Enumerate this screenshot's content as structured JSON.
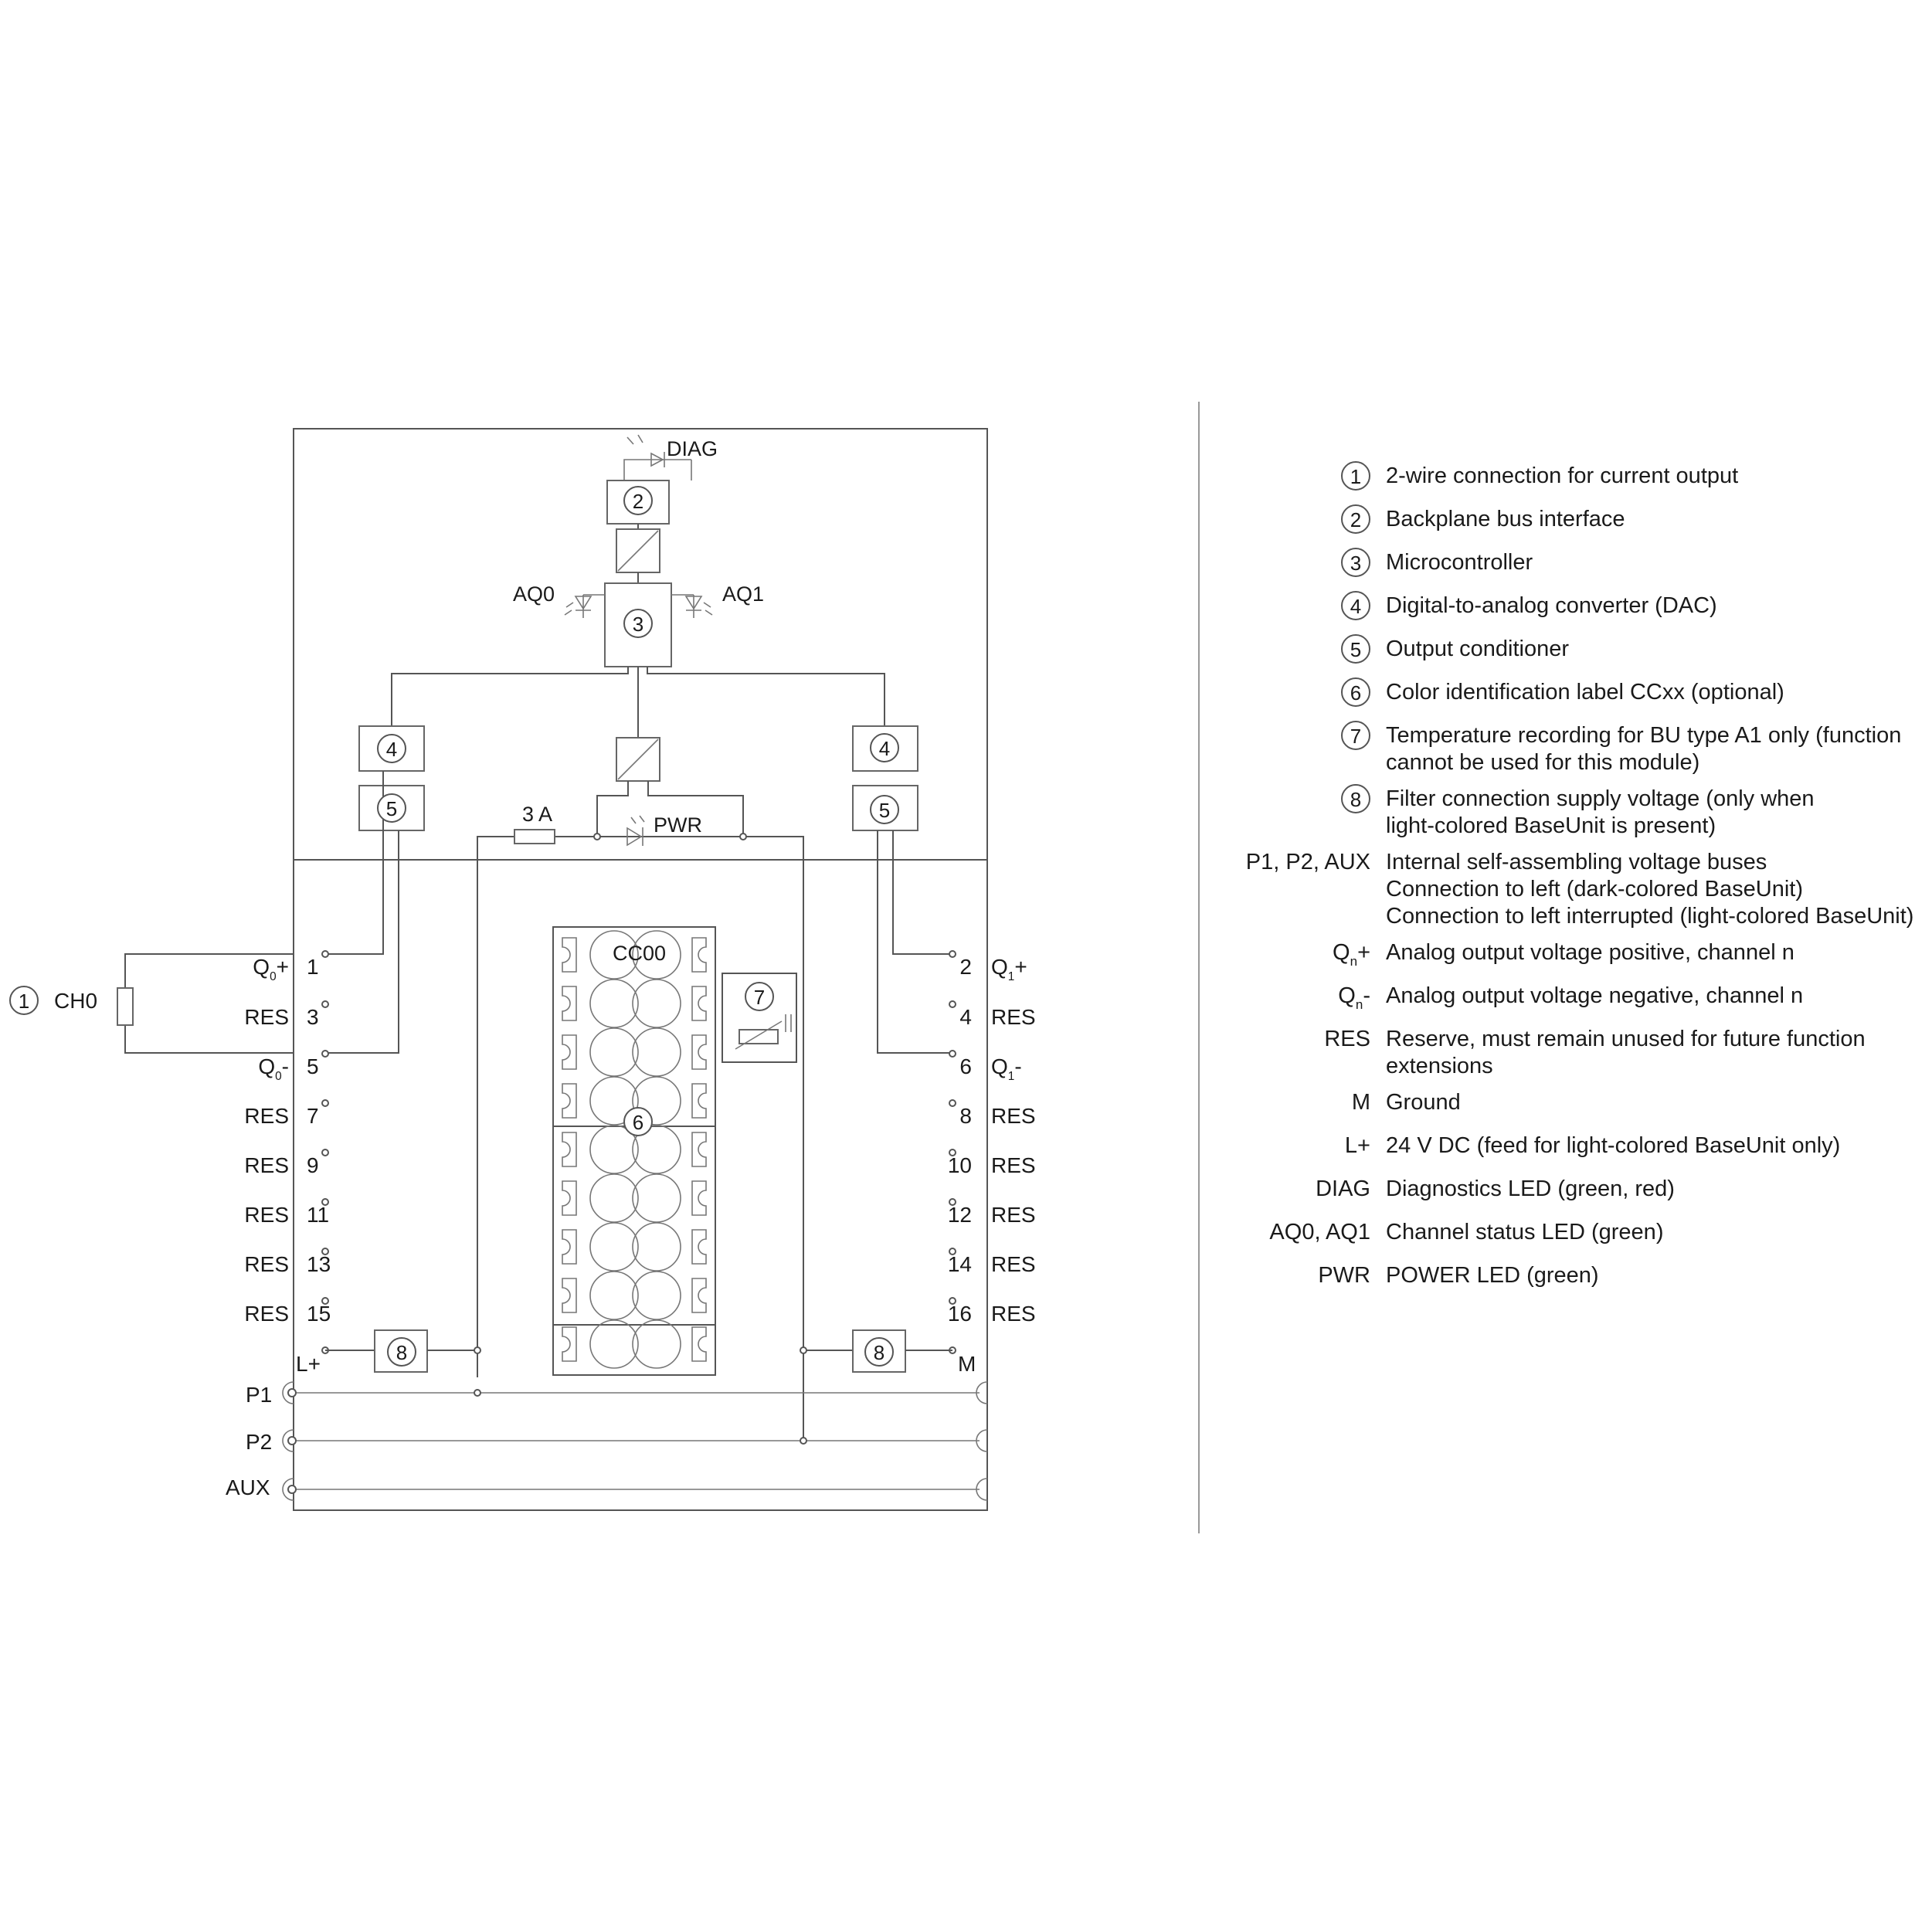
{
  "module": {
    "leds": {
      "diag": "DIAG",
      "aq0": "AQ0",
      "aq1": "AQ1",
      "pwr": "PWR"
    },
    "fuse": "3 A",
    "label_cc": "CC00",
    "channel": {
      "marker": "1",
      "name": "CH0"
    },
    "markers": {
      "m2": "2",
      "m3": "3",
      "m4": "4",
      "m5": "5",
      "m6": "6",
      "m7": "7",
      "m8": "8"
    },
    "left_terminals": [
      {
        "label": "Q",
        "sub": "0",
        "suffix": "+",
        "num": "1"
      },
      {
        "label": "RES",
        "sub": "",
        "suffix": "",
        "num": "3"
      },
      {
        "label": "Q",
        "sub": "0",
        "suffix": "-",
        "num": "5"
      },
      {
        "label": "RES",
        "sub": "",
        "suffix": "",
        "num": "7"
      },
      {
        "label": "RES",
        "sub": "",
        "suffix": "",
        "num": "9"
      },
      {
        "label": "RES",
        "sub": "",
        "suffix": "",
        "num": "11"
      },
      {
        "label": "RES",
        "sub": "",
        "suffix": "",
        "num": "13"
      },
      {
        "label": "RES",
        "sub": "",
        "suffix": "",
        "num": "15"
      }
    ],
    "right_terminals": [
      {
        "num": "2",
        "label": "Q",
        "sub": "1",
        "suffix": "+"
      },
      {
        "num": "4",
        "label": "RES",
        "sub": "",
        "suffix": ""
      },
      {
        "num": "6",
        "label": "Q",
        "sub": "1",
        "suffix": "-"
      },
      {
        "num": "8",
        "label": "RES",
        "sub": "",
        "suffix": ""
      },
      {
        "num": "10",
        "label": "RES",
        "sub": "",
        "suffix": ""
      },
      {
        "num": "12",
        "label": "RES",
        "sub": "",
        "suffix": ""
      },
      {
        "num": "14",
        "label": "RES",
        "sub": "",
        "suffix": ""
      },
      {
        "num": "16",
        "label": "RES",
        "sub": "",
        "suffix": ""
      }
    ],
    "lplus": "L+",
    "mground": "M",
    "buses": [
      "P1",
      "P2",
      "AUX"
    ]
  },
  "legend": [
    {
      "key": "1",
      "circled": true,
      "lines": [
        "2-wire connection for current output"
      ]
    },
    {
      "key": "2",
      "circled": true,
      "lines": [
        "Backplane bus interface"
      ]
    },
    {
      "key": "3",
      "circled": true,
      "lines": [
        "Microcontroller"
      ]
    },
    {
      "key": "4",
      "circled": true,
      "lines": [
        "Digital-to-analog converter (DAC)"
      ]
    },
    {
      "key": "5",
      "circled": true,
      "lines": [
        "Output conditioner"
      ]
    },
    {
      "key": "6",
      "circled": true,
      "lines": [
        "Color identification label CCxx (optional)"
      ]
    },
    {
      "key": "7",
      "circled": true,
      "lines": [
        "Temperature recording for BU type A1 only (function",
        "cannot be used for this module)"
      ]
    },
    {
      "key": "8",
      "circled": true,
      "lines": [
        "Filter connection supply voltage (only when",
        "light-colored BaseUnit is present)"
      ]
    },
    {
      "key": "P1, P2, AUX",
      "circled": false,
      "lines": [
        "Internal self-assembling voltage buses",
        "Connection to left (dark-colored BaseUnit)",
        "Connection to left interrupted (light-colored BaseUnit)"
      ]
    },
    {
      "key": "Q",
      "key_sub": "n",
      "key_suffix": "+",
      "circled": false,
      "lines": [
        "Analog output voltage positive, channel n"
      ]
    },
    {
      "key": "Q",
      "key_sub": "n",
      "key_suffix": "-",
      "circled": false,
      "lines": [
        "Analog output voltage negative, channel n"
      ]
    },
    {
      "key": "RES",
      "circled": false,
      "lines": [
        "Reserve, must remain unused for future function",
        "extensions"
      ]
    },
    {
      "key": "M",
      "circled": false,
      "lines": [
        "Ground"
      ]
    },
    {
      "key": "L+",
      "circled": false,
      "lines": [
        "24 V DC (feed for light-colored BaseUnit only)"
      ]
    },
    {
      "key": "DIAG",
      "circled": false,
      "lines": [
        "Diagnostics LED (green, red)"
      ]
    },
    {
      "key": "AQ0, AQ1",
      "circled": false,
      "lines": [
        "Channel status LED (green)"
      ]
    },
    {
      "key": "PWR",
      "circled": false,
      "lines": [
        "POWER LED (green)"
      ]
    }
  ]
}
